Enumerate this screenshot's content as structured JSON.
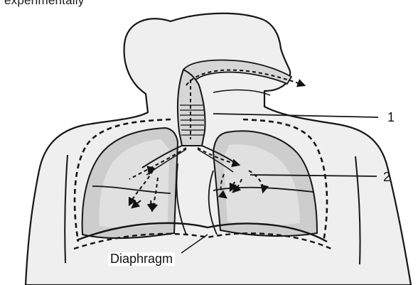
{
  "header_text": "experimentally",
  "labels": {
    "callout_1": "1",
    "callout_2": "2",
    "diaphragm": "Diaphragm"
  },
  "colors": {
    "skin": "#ededed",
    "lung_fill": "#cfcfcf",
    "lung_inner": "#e2e2e2",
    "airway_fill": "#d6d6d6",
    "outline": "#151515"
  }
}
